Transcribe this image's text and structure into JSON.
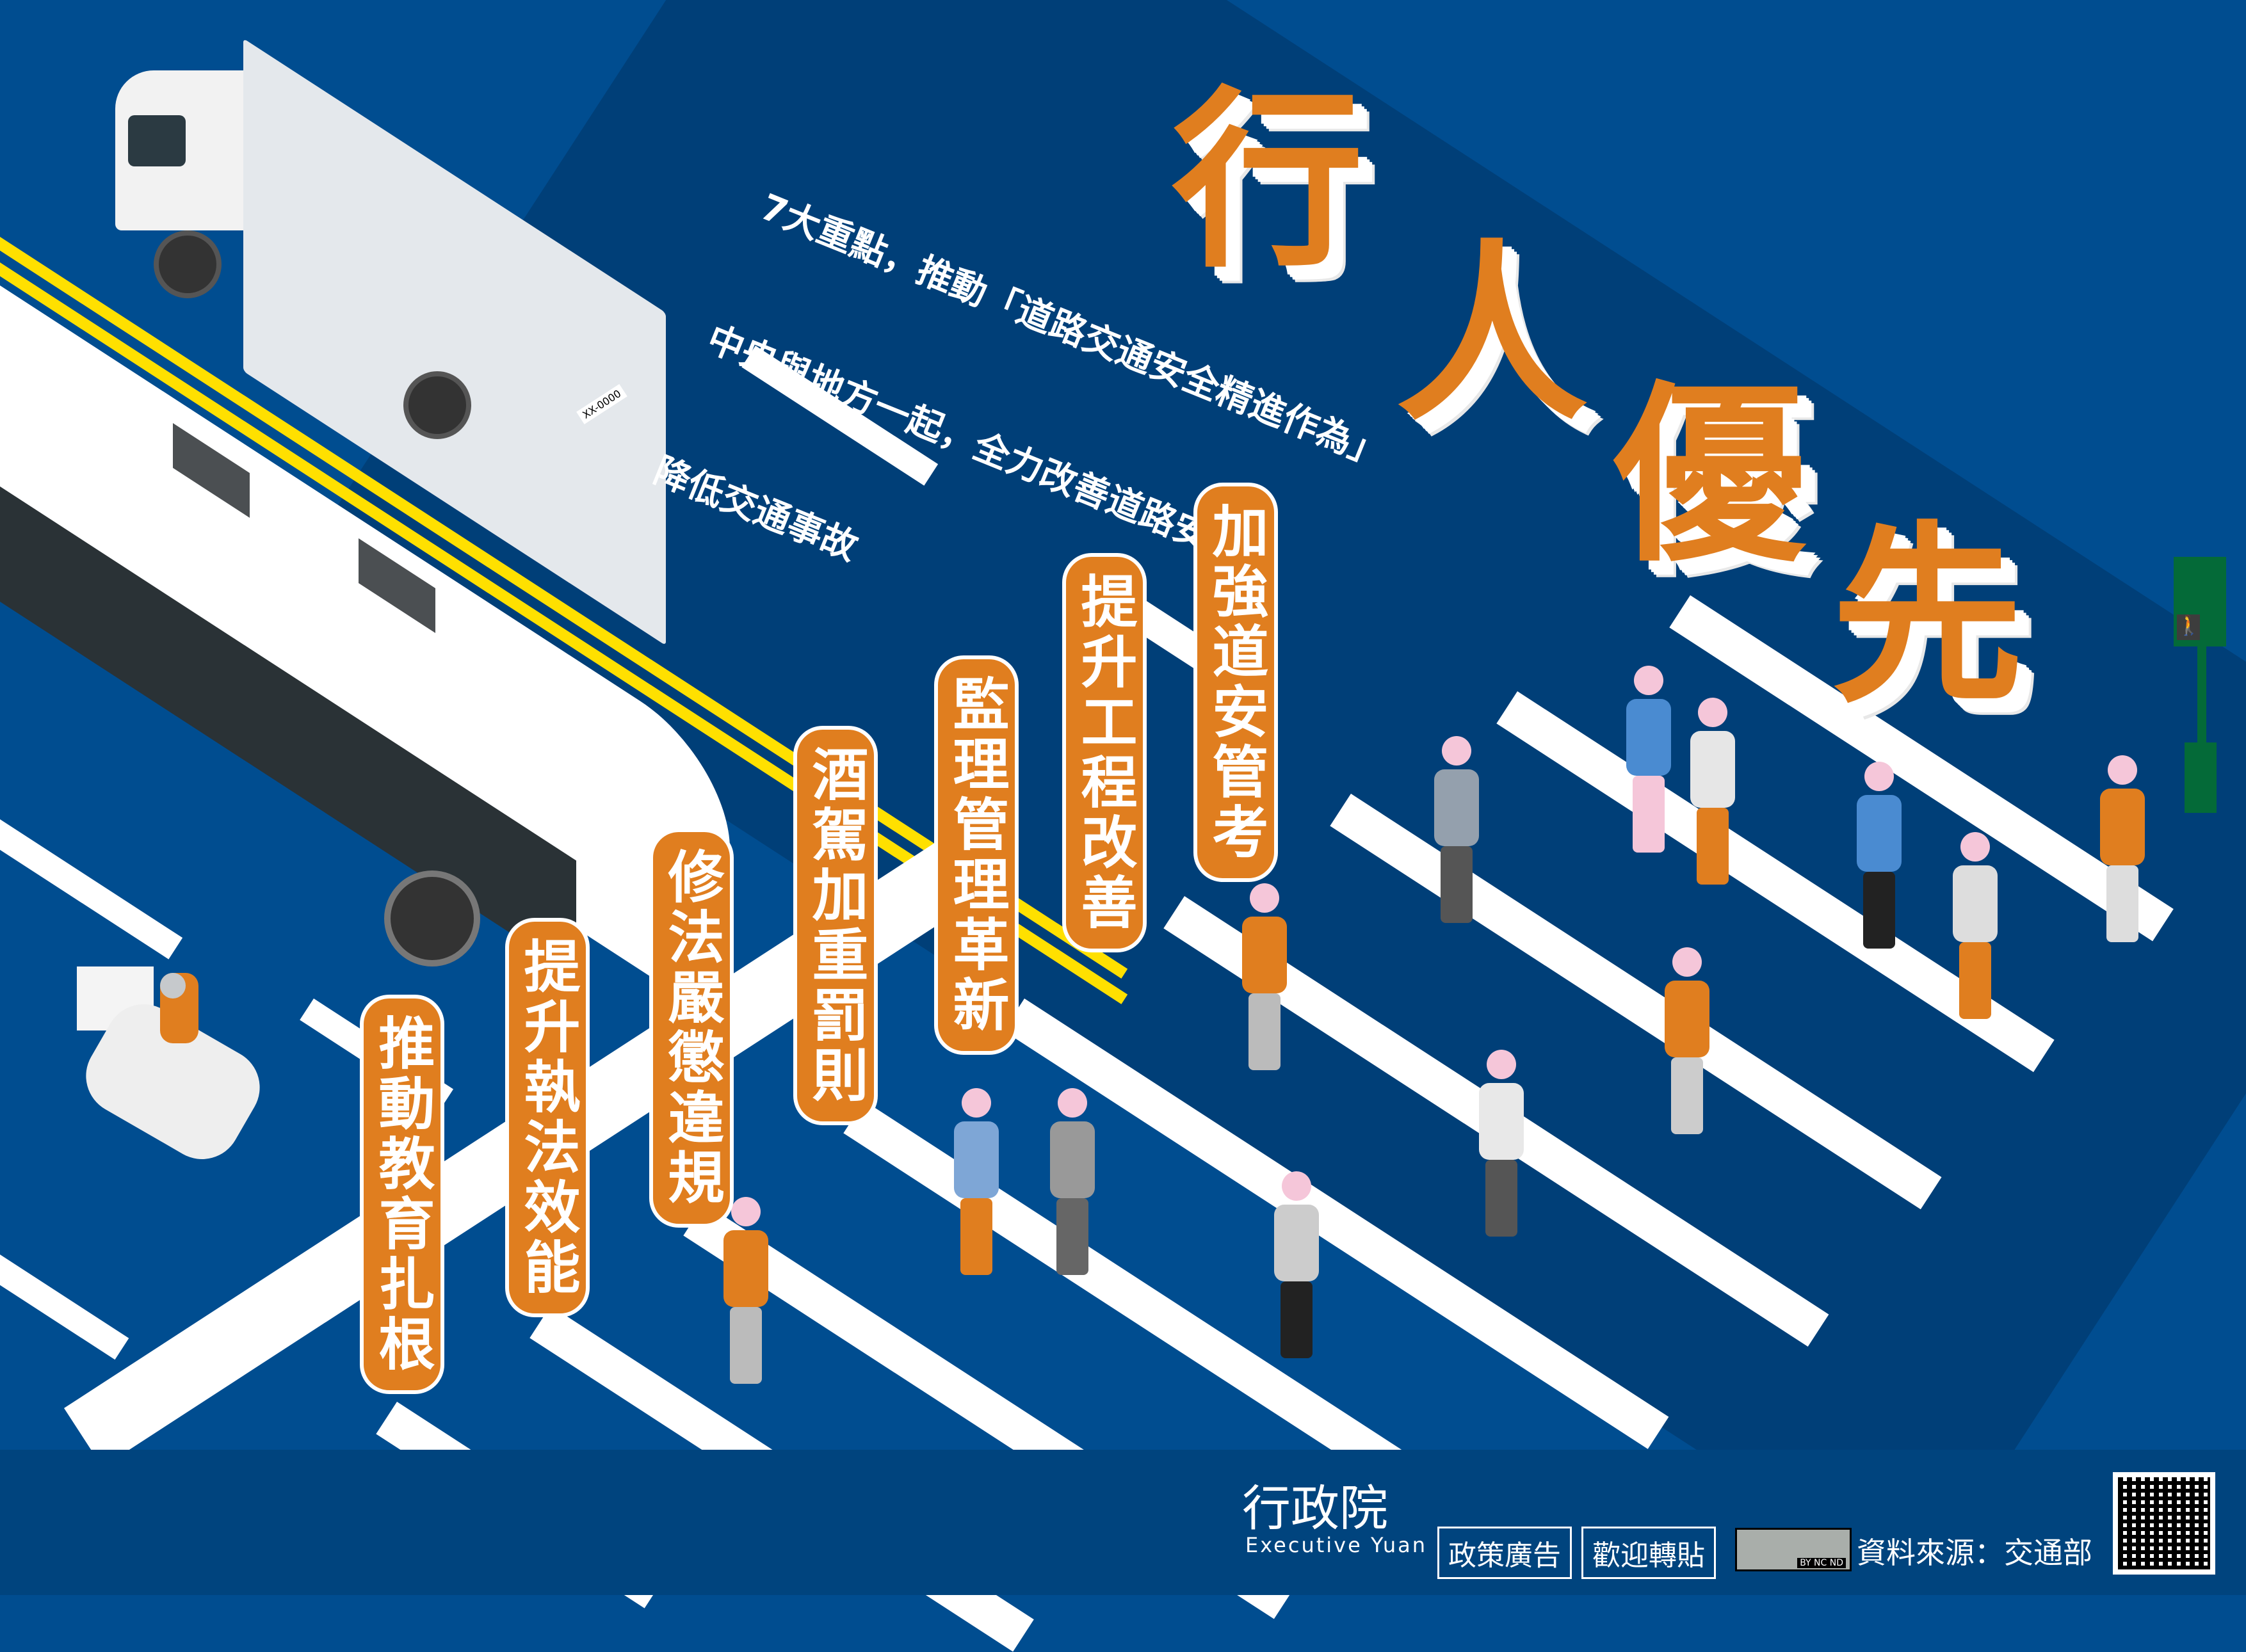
{
  "title": {
    "chars": [
      "行",
      "人",
      "優",
      "先"
    ],
    "full": "行人優先"
  },
  "subtitle": {
    "lines": [
      "7大重點，推動「道路交通安全精進作為」",
      "中央與地方一起，全力改善道路安全，",
      "降低交通事故"
    ]
  },
  "key_points": [
    {
      "label": "推動教育扎根"
    },
    {
      "label": "提升執法效能"
    },
    {
      "label": "修法嚴懲違規"
    },
    {
      "label": "酒駕加重罰則"
    },
    {
      "label": "監理管理革新"
    },
    {
      "label": "提升工程改善"
    },
    {
      "label": "加強道安管考"
    }
  ],
  "truck": {
    "plate": "XX-0000"
  },
  "footer": {
    "logo_cn": "行政院",
    "logo_en": "Executive Yuan",
    "badge_policy": "政策廣告",
    "badge_share": "歡迎轉貼",
    "cc_license": "BY NC ND",
    "source": "資料來源：交通部"
  },
  "colors": {
    "background": "#004d90",
    "accent": "#e07e1f",
    "road_line": "#ffe000",
    "footer": "#00447e"
  }
}
